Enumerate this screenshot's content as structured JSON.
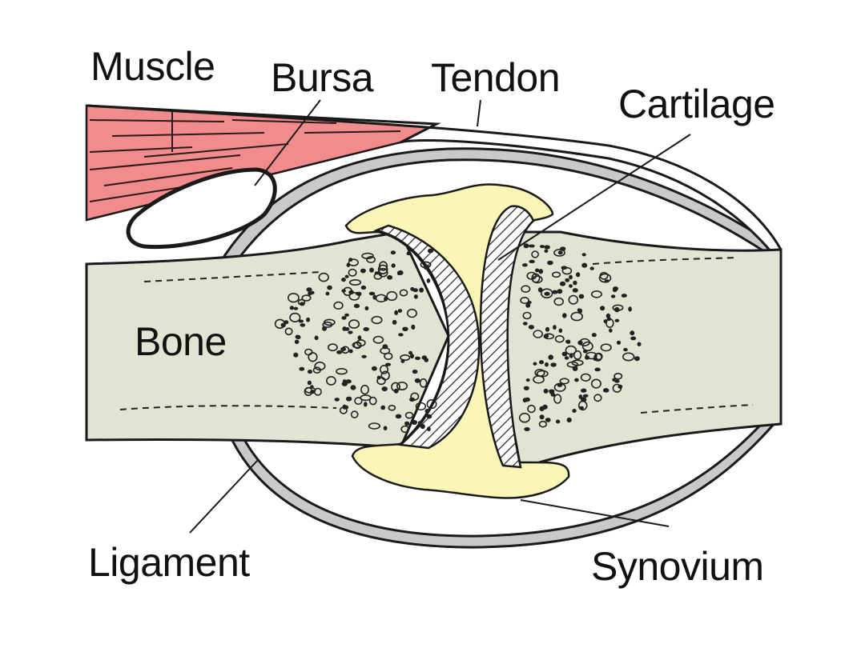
{
  "labels": {
    "muscle": "Muscle",
    "bursa": "Bursa",
    "tendon": "Tendon",
    "cartilage": "Cartilage",
    "bone": "Bone",
    "ligament": "Ligament",
    "synovium": "Synovium"
  },
  "colors": {
    "background": "#ffffff",
    "muscle": "#f28b8b",
    "bone": "#e3e3d4",
    "synovial_fluid": "#fbf5b6",
    "outline": "#1a1a1a",
    "capsule_fill": "#cfcfcf"
  }
}
